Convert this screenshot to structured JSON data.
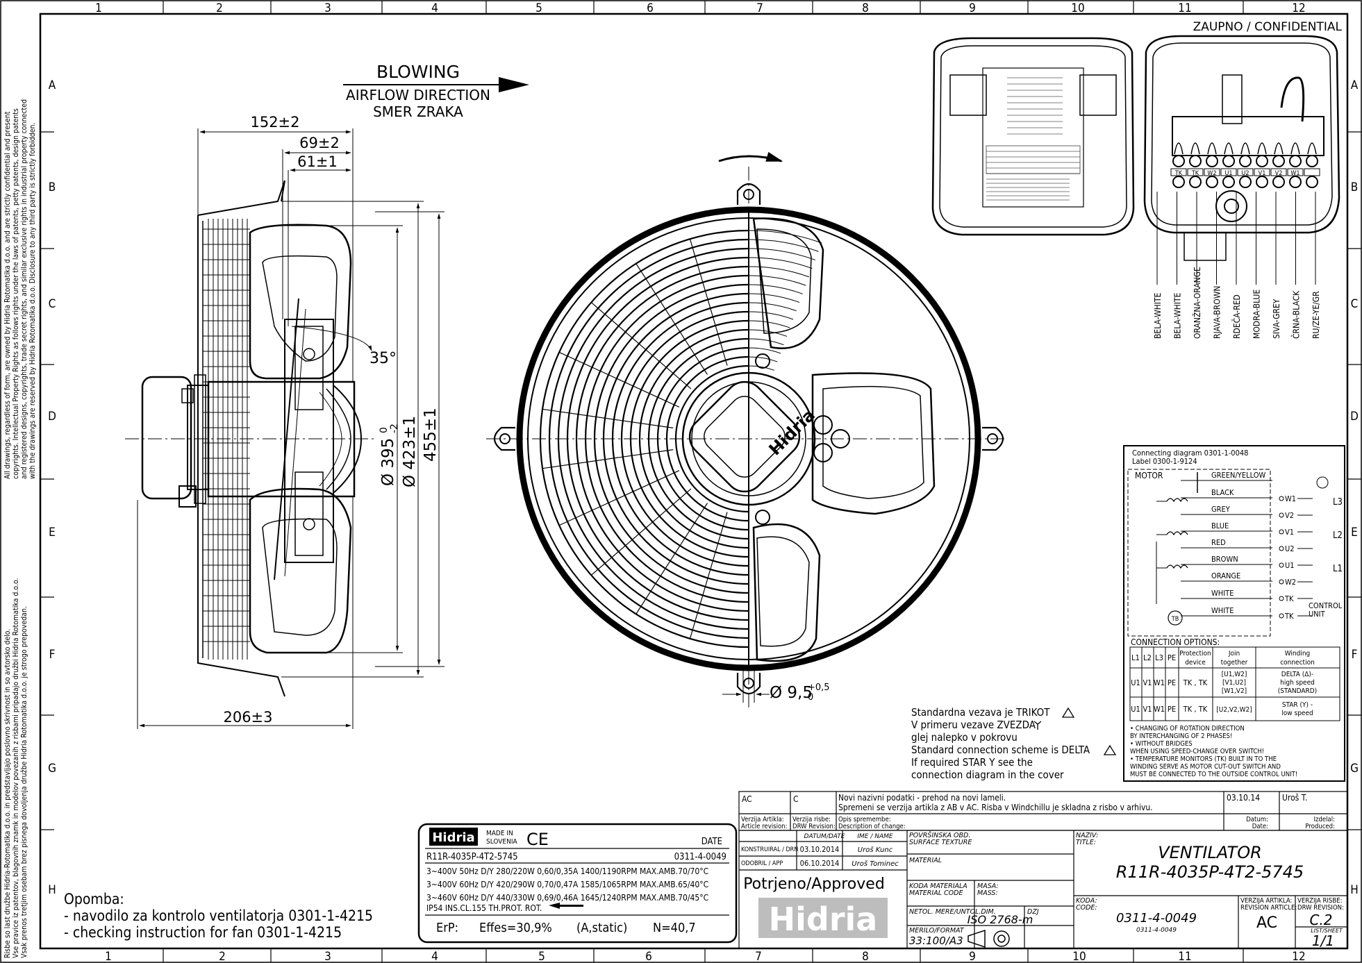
{
  "frame": {
    "col_labels": [
      "1",
      "2",
      "3",
      "4",
      "5",
      "6",
      "7",
      "8",
      "9",
      "10",
      "11",
      "12"
    ],
    "row_labels": [
      "A",
      "B",
      "C",
      "D",
      "E",
      "F",
      "G",
      "H"
    ],
    "confidential": "ZAUPNO / CONFIDENTIAL",
    "legal_en": [
      "All drawings, regardless of form, are owned by Hidria Rotomatika d.o.o. and are strictly confidential and present",
      "copyrights. Intellectual Property Rights as follows rights under the laws of patents, petty patents, design patents",
      "and registered designs, copyrights, trade secret rights, and similar exclusive rights in industrial property connected",
      "with the drawings are reserved by Hidria Rotomatika d.o.o. Disclosure to any third party is strictly forbidden."
    ],
    "legal_sl": [
      "Risbe so last družbe Hidria-Rotomatika d.o.o. in predstavljajo poslovno skrivnost in so avtorsko delo.",
      "Vse pravice iz patentov, blagovnih znamk in modelov povezanih z risbami pripadajo družbi Hidria Rotomatika d.o.o.",
      "Vsak prenos tretjim osebam brez pisnega dovoljenja družbe Hidria Rotomatika d.o.o. je strogo prepovedan."
    ]
  },
  "airflow": {
    "title": "BLOWING",
    "line1": "AIRFLOW DIRECTION",
    "line2": "SMER ZRAKA"
  },
  "dimensions": {
    "d152": "152±2",
    "d69": "69±2",
    "d61": "61±1",
    "angle": "35°",
    "d395": "Ø 395",
    "d395_sup": "0",
    "d395_sub": "-2",
    "d423": "Ø 423±1",
    "d455": "455±1",
    "d206": "206±3",
    "hole": "Ø 9,5",
    "hole_sup": "+0,5",
    "hole_sub": "0"
  },
  "wire_colors": [
    "BELA-WHITE",
    "BELA-WHITE",
    "ORANŽNA-ORANGE",
    "RJAVA-BROWN",
    "RDEČA-RED",
    "MODRA-BLUE",
    "SIVA-GREY",
    "ČRNA-BLACK",
    "RU/ZE-YE/GR"
  ],
  "terminals": [
    "TK",
    "TK",
    "W2",
    "U1",
    "U2",
    "V1",
    "V2",
    "W1",
    ""
  ],
  "connection_diagram": {
    "header1": "Connecting diagram 0301-1-0048",
    "header2": "Label 0300-1-9124",
    "motor": "MOTOR",
    "wires": [
      "GREEN/YELLOW",
      "BLACK",
      "GREY",
      "BLUE",
      "RED",
      "BROWN",
      "ORANGE",
      "WHITE",
      "WHITE"
    ],
    "terminals": [
      "W1",
      "V2",
      "V1",
      "U2",
      "U1",
      "W2",
      "TK",
      "TK"
    ],
    "lines": [
      "L3",
      "L2",
      "L1"
    ],
    "control": "CONTROL",
    "unit": "UNIT",
    "tb": "TB",
    "options_title": "CONNECTION OPTIONS:",
    "table_headers": [
      "L1",
      "L2",
      "L3",
      "PE",
      "Protection device",
      "Join together",
      "Winding connection"
    ],
    "row1": [
      "U1",
      "V1",
      "W1",
      "PE",
      "TK , TK",
      "[U1,W2]",
      "[V1,U2]",
      "[W1,V2]",
      "DELTA (Δ)-",
      "high speed",
      "(STANDARD)"
    ],
    "row2": [
      "U1",
      "V1",
      "W1",
      "PE",
      "TK , TK",
      "[U2,V2,W2]",
      "STAR (Y) -",
      "low speed"
    ],
    "notes": [
      "• CHANGING OF ROTATION DIRECTION",
      "  BY INTERCHANGING OF 2 PHASES!",
      "• WITHOUT BRIDGES",
      "  WHEN USING SPEED-CHANGE OVER SWITCH!",
      "• TEMPERATURE MONITORS (TK) BUILT IN TO THE",
      "  WINDING SERVE AS MOTOR CUT-OUT SWITCH AND",
      "  MUST BE CONNECTED TO THE OUTSIDE CONTROL UNIT!"
    ]
  },
  "std_note": [
    "Standardna vezava je TRIKOT",
    "V primeru vezave ZVEZDA",
    "glej nalepko v pokrovu",
    "Standard connection scheme is DELTA",
    "If required STAR Y  see the",
    "connection diagram in the cover"
  ],
  "revision": {
    "rev": "AC",
    "rev2": "C",
    "text1": "Novi nazivni podatki - prehod na novi lameli.",
    "text2": "Spremeni se verzija artikla z AB v AC. Risba v Windchillu je skladna z risbo v arhivu.",
    "date": "03.10.14",
    "name": "Uroš T.",
    "h_art": "Verzija Artikla:",
    "h_art2": "Article revision:",
    "h_drw": "Verzija risbe:",
    "h_drw2": "DRW Revision:",
    "h_desc": "Opis spremembe:",
    "h_desc2": "Description of change:",
    "h_date": "Datum:",
    "h_date2": "Date:",
    "h_prod": "Izdelal:",
    "h_prod2": "Produced:"
  },
  "title_block": {
    "h_datum": "DATUM/DATE",
    "h_ime": "IME / NAME",
    "konstr": "KONSTRUIRAL / DRN",
    "konstr_date": "03.10.2014",
    "konstr_name": "Uroš Kunc",
    "odobril": "ODOBRIL / APP",
    "odobril_date": "06.10.2014",
    "odobril_name": "Uroš Tominec",
    "approved": "Potrjeno/Approved",
    "logo": "Hidria",
    "surface1": "POVRŠINSKA OBD.",
    "surface2": "SURFACE TEXTURE",
    "material": "MATERIAL",
    "matcode1": "KODA MATERIALA",
    "matcode2": "MATERIAL CODE",
    "mass1": "MASA:",
    "mass2": "MASS:",
    "tol1": "NETOL. MERE/UNTOL.DIM.",
    "tol_val": "ISO 2768-m",
    "dzj": "DZJ",
    "scale1": "MERILO/FORMAT",
    "scale_val": "33:100/A3",
    "naziv1": "NAZIV:",
    "naziv2": "TITLE:",
    "title_line1": "VENTILATOR",
    "title_line2": "R11R-4035P-4T2-5745",
    "koda1": "KODA:",
    "koda2": "CODE:",
    "code": "0311-4-0049",
    "code_small": "0311-4-0049",
    "ver_art1": "VERZIJA ARTIKLA:",
    "ver_art2": "REVISION ARTICLE:",
    "ver_art_val": "AC",
    "ver_drw1": "VERZIJA RISBE:",
    "ver_drw2": "DRW REVISION:",
    "ver_drw_val": "C.2",
    "sheet_label": "LIST/SHEET",
    "sheet": "1/1"
  },
  "nameplate": {
    "brand": "Hidria",
    "made1": "MADE IN",
    "made2": "SLOVENIA",
    "ce": "CE",
    "date": "DATE",
    "model": "R11R-4035P-4T2-5745",
    "code": "0311-4-0049",
    "line1": "3~400V 50Hz D/Y 280/220W 0,60/0,35A 1400/1190RPM MAX.AMB.70/70°C",
    "line2": "3~400V 60Hz D/Y 420/290W 0,70/0,47A 1585/1065RPM MAX.AMB.65/40°C",
    "line3": "3~460V 60Hz D/Y 440/330W 0,69/0,46A 1645/1240RPM MAX.AMB.70/45°C",
    "ip": "IP54 INS.CL.155 TH.PROT. ROT.",
    "erp1": "ErP:",
    "erp2": "Effes=30,9%",
    "erp3": "(A,static)",
    "erp4": "N=40,7"
  },
  "note": {
    "title": "Opomba:",
    "line1": "- navodilo za kontrolo ventilatorja 0301-1-4215",
    "line2": "- checking instruction for fan 0301-1-4215"
  }
}
